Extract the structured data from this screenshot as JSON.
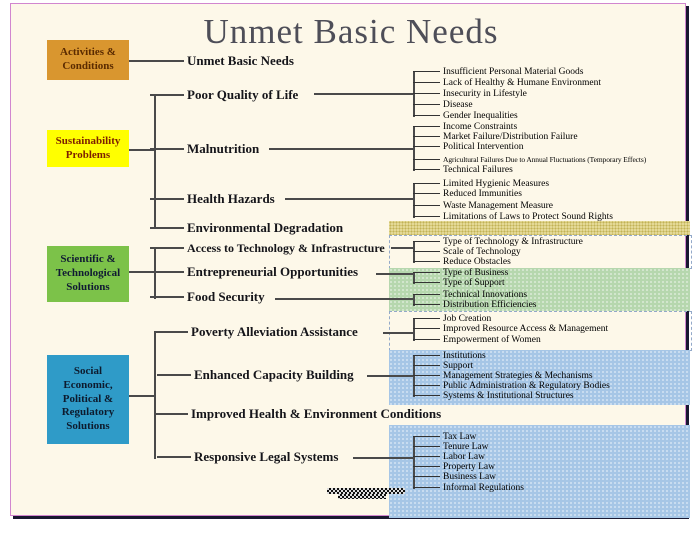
{
  "title": "Unmet Basic Needs",
  "categories": [
    "Activities &\nConditions",
    "Sustainability\nProblems",
    "Scientific &\nTechnological\nSolutions",
    "Social\nEconomic,\nPolitical &\nRegulatory\nSolutions"
  ],
  "nodes": [
    "Unmet Basic Needs",
    "Poor Quality of Life",
    "Malnutrition",
    "Health Hazards",
    "Environmental Degradation",
    "Access to Technology & Infrastructure",
    "Entrepreneurial Opportunities",
    "Food Security",
    "Poverty Alleviation Assistance",
    "Enhanced Capacity Building",
    "Improved Health & Environment Conditions",
    "Responsive Legal Systems"
  ],
  "groups": [
    [
      "Insufficient Personal Material Goods",
      "Lack of Healthy & Humane Environment",
      "Insecurity in Lifestyle",
      "Disease",
      "Gender Inequalities"
    ],
    [
      "Income Constraints",
      "Market Failure/Distribution Failure",
      "Political Intervention",
      "Agricultural Failures Due to Annual Fluctuations (Temporary Effects)",
      "Technical Failures"
    ],
    [
      "Limited Hygienic Measures",
      "Reduced Immunities",
      "Waste Management Measure",
      "Limitations of Laws to Protect Sound Rights"
    ],
    [
      "Type of Technology & Infrastructure",
      "Scale of Technology",
      "Reduce Obstacles"
    ],
    [
      "Type of Business",
      "Type of Support"
    ],
    [
      "Technical Innovations",
      "Distribution Efficiencies"
    ],
    [
      "Job Creation",
      "Improved Resource Access & Management",
      "Empowerment of Women"
    ],
    [
      "Institutions",
      "Support",
      "Management Strategies & Mechanisms",
      "Public Administration & Regulatory Bodies",
      "Systems & Institutional Structures"
    ],
    [
      "Tax Law",
      "Tenure Law",
      "Labor Law",
      "Property Law",
      "Business Law",
      "Informal Regulations"
    ]
  ],
  "colors": {
    "panel_background": "#fdf8e9",
    "frame": "#d186cf",
    "frame_shadow": "#181830",
    "activities_box": "#d9962f",
    "sustainability_box": "#ffff00",
    "scientific_box": "#7cc249",
    "social_box": "#2f9bc8",
    "tan_band": "#e4d996",
    "green_band": "#b6d7ae",
    "blue_band": "#a6c6e6",
    "title_text": "#4e4e58"
  }
}
